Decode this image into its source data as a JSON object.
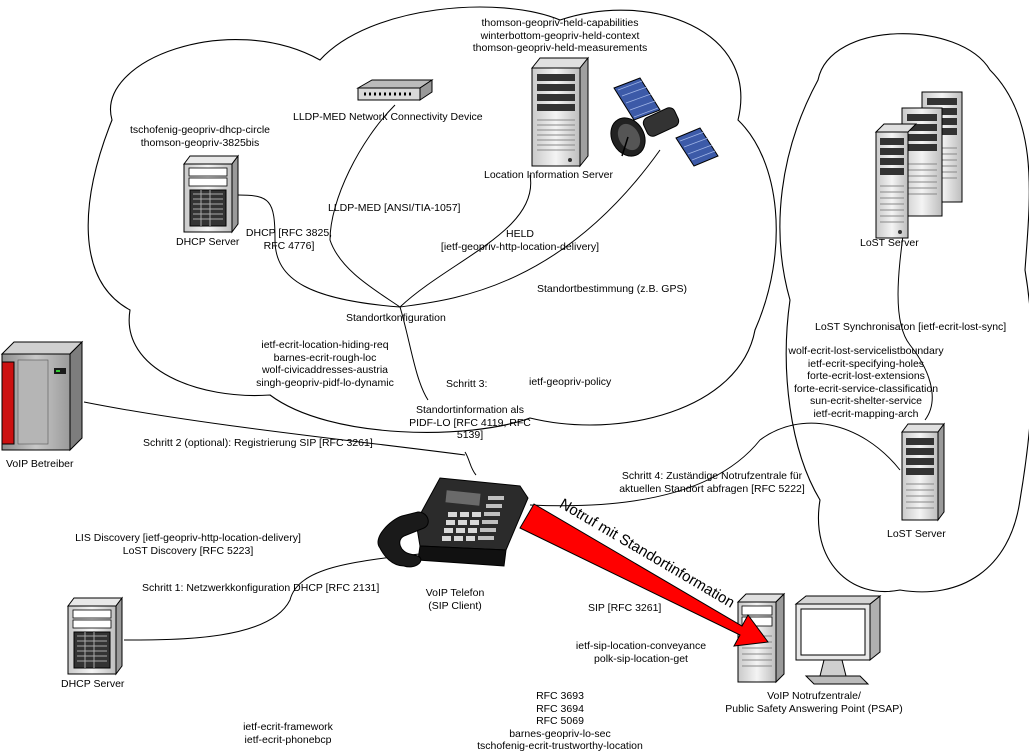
{
  "labels": {
    "held_drafts": "thomson-geopriv-held-capabilities\nwinterbottom-geopriv-held-context\nthomson-geopriv-held-measurements",
    "lldp_device": "LLDP-MED Network Connectivity Device",
    "dhcp_drafts": "tschofenig-geopriv-dhcp-circle\nthomson-geopriv-3825bis",
    "lis": "Location Information Server",
    "lldp_med": "LLDP-MED [ANSI/TIA-1057]",
    "dhcp_server_top": "DHCP Server",
    "dhcp_rfc": "DHCP [RFC 3825,\nRFC 4776]",
    "held": "HELD\n[ietf-geopriv-http-location-delivery]",
    "standortbestimmung": "Standortbestimmung (z.B. GPS)",
    "standortkonfiguration": "Standortkonfiguration",
    "location_drafts": "ietf-ecrit-location-hiding-req\nbarnes-ecrit-rough-loc\nwolf-civicaddresses-austria\nsingh-geopriv-pidf-lo-dynamic",
    "schritt3_title": "Schritt 3:",
    "policy": "ietf-geopriv-policy",
    "schritt3": "Standortinformation als\nPIDF-LO [RFC 4119, RFC\n5139]",
    "schritt2": "Schritt 2 (optional): Registrierung SIP [RFC 3261]",
    "voip_betreiber": "VoIP Betreiber",
    "lost_server_top": "LoST Server",
    "lost_sync": "LoST Synchronisaton [ietf-ecrit-lost-sync]",
    "lost_drafts": "wolf-ecrit-lost-servicelistboundary\nietf-ecrit-specifying-holes\nforte-ecrit-lost-extensions\nforte-ecrit-service-classification\nsun-ecrit-shelter-service\nietf-ecrit-mapping-arch",
    "schritt4": "Schritt 4: Zuständige Notrufzentrale für\naktuellen Standort abfragen [RFC 5222]",
    "lost_server_bottom": "LoST Server",
    "lis_discovery": "LIS Discovery [ietf-geopriv-http-location-delivery]\nLoST Discovery [RFC 5223]",
    "schritt1": "Schritt 1: Netzwerkkonfiguration DHCP [RFC 2131]",
    "voip_telefon": "VoIP Telefon\n(SIP Client)",
    "sip": "SIP [RFC 3261]",
    "sip_drafts": "ietf-sip-location-conveyance\npolk-sip-location-get",
    "dhcp_server_bottom": "DHCP Server",
    "psap": "VoIP Notrufzentrale/\nPublic Safety Answering Point (PSAP)",
    "rfc_list": "RFC 3693\nRFC 3694\nRFC 5069\nbarnes-geopriv-lo-sec\ntschofenig-ecrit-trustworthy-location",
    "framework": "ietf-ecrit-framework\nietf-ecrit-phonebcp",
    "notruf": "Notruf mit Standortinformation"
  },
  "colors": {
    "arrow": "#ff0000",
    "server_body": "#e6e6e6",
    "phone": "#2b2b2b",
    "operator": "#a8a8a8",
    "operator_accent": "#cc1111"
  }
}
